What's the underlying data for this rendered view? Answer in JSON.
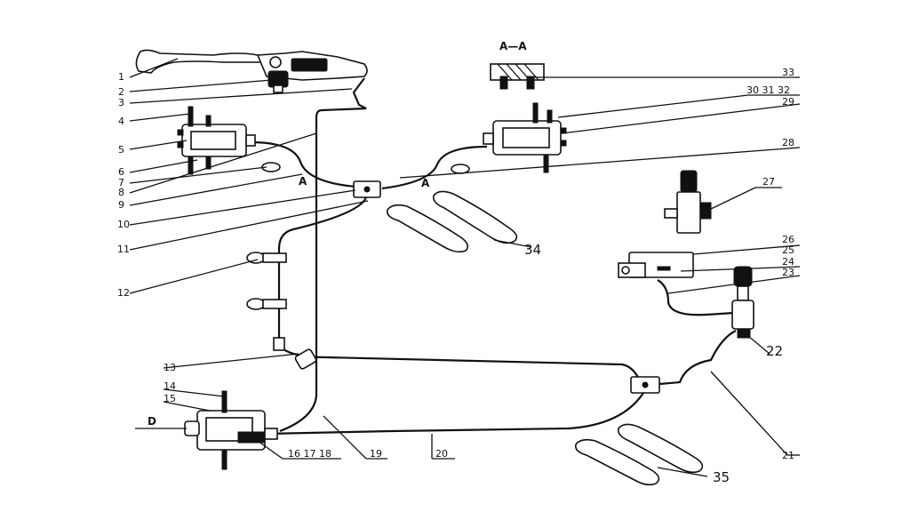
{
  "section_title": "A—A",
  "section_marks": [
    "A",
    "A"
  ],
  "view_mark": "D",
  "callouts_left": [
    "1",
    "2",
    "3",
    "4",
    "5",
    "6",
    "7",
    "8",
    "9",
    "10",
    "11",
    "12",
    "13",
    "14",
    "15"
  ],
  "callouts_right": [
    "33",
    "30 31 32",
    "29",
    "28",
    "27",
    "26",
    "25",
    "24",
    "23",
    "22",
    "21"
  ],
  "callouts_bottom": [
    "16 17 18",
    "19",
    "20"
  ],
  "pad_labels": [
    "34",
    "35"
  ]
}
